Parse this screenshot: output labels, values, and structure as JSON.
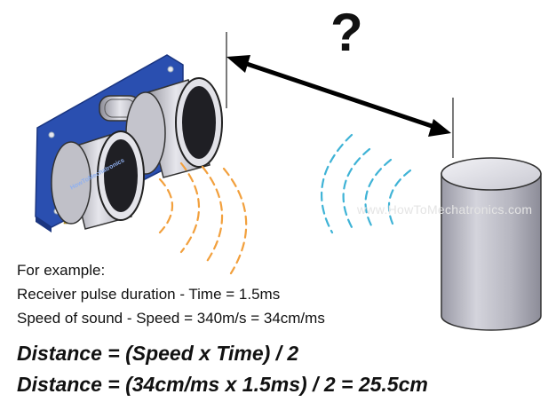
{
  "question_mark": "?",
  "watermark": "www.HowToMechatronics.com",
  "sensor_label": "HowToMechatronics",
  "example": {
    "heading": "For example:",
    "line1": "Receiver pulse duration -  Time = 1.5ms",
    "line2": "Speed of sound - Speed = 340m/s = 34cm/ms"
  },
  "formulas": {
    "general": "Distance = (Speed x Time) / 2",
    "computed": "Distance = (34cm/ms x 1.5ms) / 2 = 25.5cm"
  },
  "colors": {
    "transmit_wave": "#f2a03d",
    "echo_wave": "#3fb3d6",
    "sensor_board": "#2a4fb0",
    "arrow": "#000000"
  }
}
